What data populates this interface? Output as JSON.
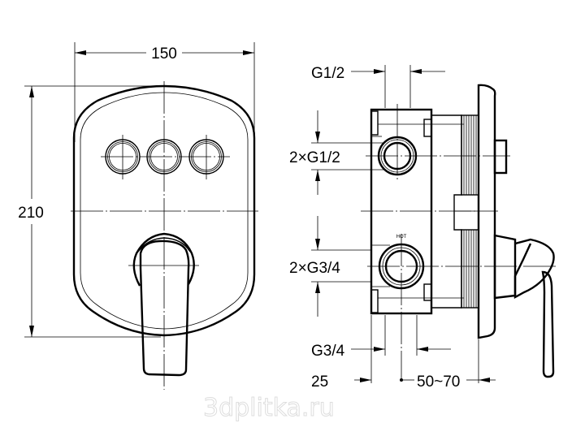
{
  "front_view": {
    "width_dim": "150",
    "height_dim": "210",
    "button_count": 3
  },
  "side_view": {
    "top_connection": "G1/2",
    "upper_ports": "2×G1/2",
    "lower_ports": "2×G3/4",
    "bottom_connection": "G3/4",
    "depth_front": "25",
    "depth_range": "50~70",
    "port_label": "HOT"
  },
  "watermark": "3dplitka.ru",
  "colors": {
    "line": "#000000",
    "background": "#ffffff",
    "watermark": "#dddddd"
  }
}
